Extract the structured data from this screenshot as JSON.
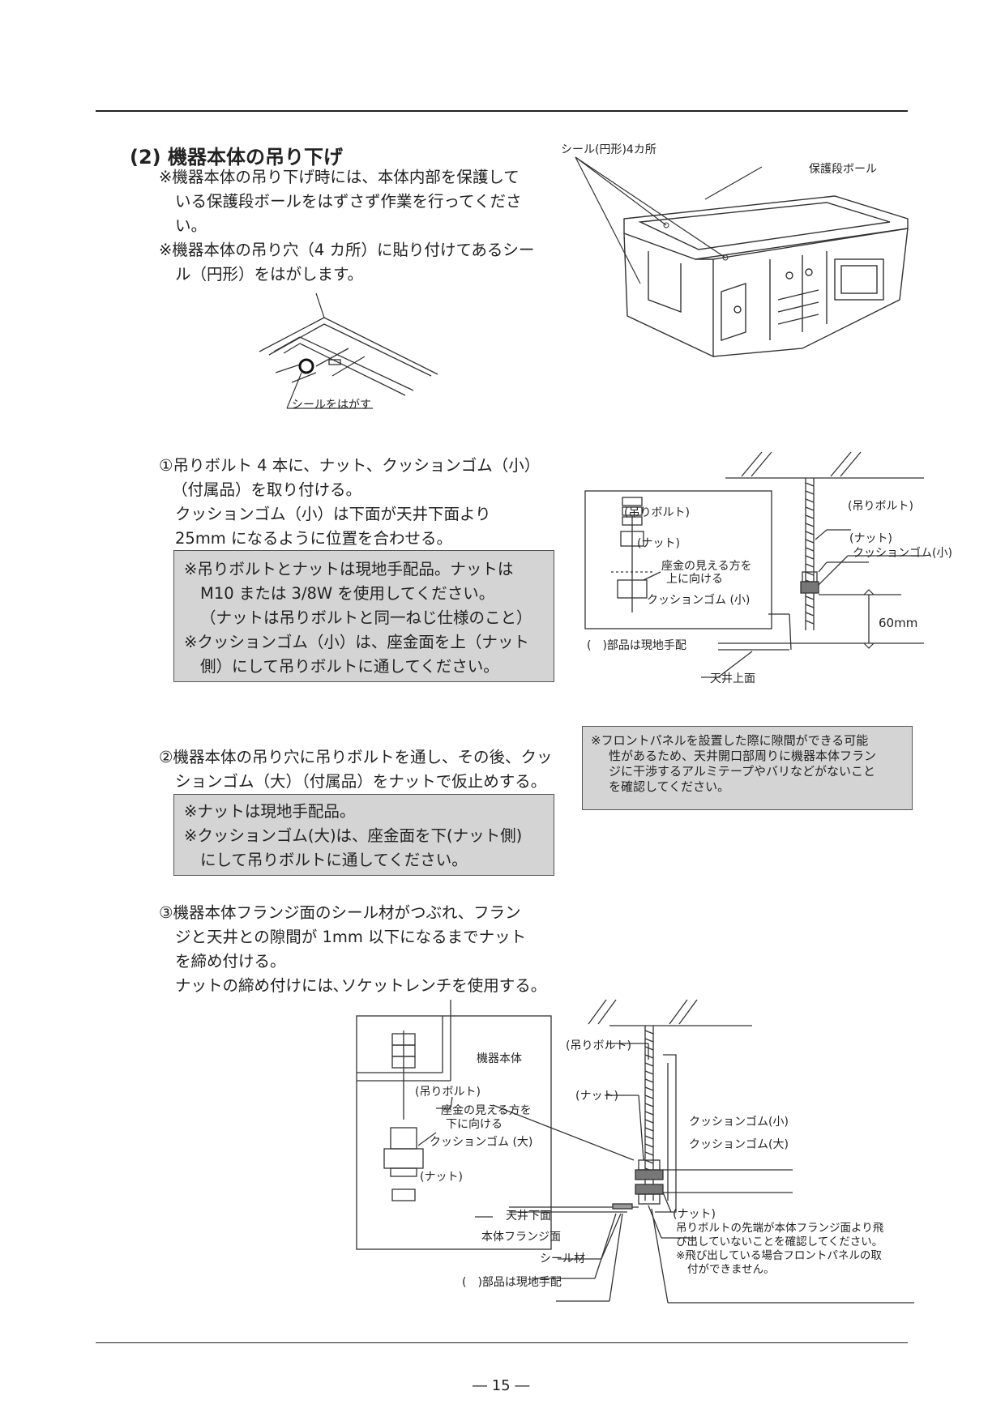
{
  "section": {
    "title": "(2) 機器本体の吊り下げ",
    "notes": [
      "※機器本体の吊り下げ時には、本体内部を保護して",
      "いる保護段ボールをはずさず作業を行ってくださ",
      "い。",
      "※機器本体の吊り穴（4 カ所）に貼り付けてあるシー",
      "ル（円形）をはがします。"
    ]
  },
  "fig_top": {
    "seal_label": "シール(円形)4カ所",
    "cardboard_label": "保護段ボール"
  },
  "fig_seal": {
    "label": "シールをはがす"
  },
  "step1": {
    "lines": [
      "①吊りボルト 4 本に、ナット、クッションゴム（小）",
      "（付属品）を取り付ける。",
      "クッションゴム（小）は下面が天井下面より",
      "25mm になるように位置を合わせる。"
    ],
    "box": [
      "※吊りボルトとナットは現地手配品。ナットは",
      "M10 または 3/8W を使用してください。",
      "（ナットは吊りボルトと同一ねじ仕様のこと）",
      "※クッションゴム（小）は、座金面を上（ナット",
      "側）にして吊りボルトに通してください。"
    ]
  },
  "fig1": {
    "inset_bolt": "(吊りボルト)",
    "inset_nut": "(ナット)",
    "inset_washer": "座金の見える方を",
    "inset_washer2": "上に向ける",
    "inset_cushion": "クッションゴム (小)",
    "inset_note": "(　)部品は現地手配",
    "bolt": "(吊りボルト)",
    "nut": "(ナット)",
    "cushion": "クッションゴム(小)",
    "dim": "60mm",
    "ceiling": "天井上面"
  },
  "fig1_note": [
    "※フロントパネルを設置した際に隙間ができる可能",
    "性があるため、天井開口部周りに機器本体フラン",
    "ジに干渉するアルミテープやバリなどがないこと",
    "を確認してください。"
  ],
  "step2": {
    "lines": [
      "②機器本体の吊り穴に吊りボルトを通し、その後、クッ",
      "ションゴム（大）（付属品）をナットで仮止めする。"
    ],
    "box": [
      "※ナットは現地手配品。",
      "※クッションゴム(大)は、座金面を下(ナット側)",
      "にして吊りボルトに通してください。"
    ]
  },
  "step3": {
    "lines": [
      "③機器本体フランジ面のシール材がつぶれ、フラン",
      "ジと天井との隙間が 1mm 以下になるまでナット",
      "を締め付ける。",
      "ナットの締め付けには､ソケットレンチを使用する。"
    ]
  },
  "fig2": {
    "inset_body": "機器本体",
    "inset_bolt": "(吊りボルト)",
    "inset_washer": "座金の見える方を",
    "inset_washer2": "下に向ける",
    "inset_cushion": "クッションゴム (大)",
    "inset_nut": "(ナット)",
    "bolt": "(吊りボルト)",
    "nut": "(ナット)",
    "cushion_s": "クッションゴム(小)",
    "cushion_l": "クッションゴム(大)",
    "ceiling_bottom": "天井下面",
    "flange": "本体フランジ面",
    "seal": "シール材",
    "parts_note": "(　)部品は現地手配",
    "nut2": "(ナット)",
    "note": [
      "吊りボルトの先端が本体フランジ面より飛",
      "び出していないことを確認してください。",
      "※飛び出している場合フロントパネルの取",
      "付ができません。"
    ]
  },
  "page_number": "― 15 ―"
}
